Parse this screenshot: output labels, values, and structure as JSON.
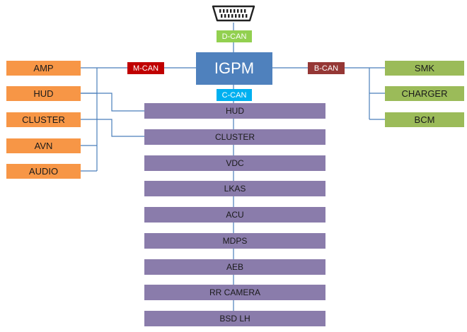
{
  "gateway": {
    "label": "IGPM"
  },
  "buses": {
    "d_can": {
      "label": "D-CAN",
      "color": "#92d050"
    },
    "m_can": {
      "label": "M-CAN",
      "color": "#c00000"
    },
    "b_can": {
      "label": "B-CAN",
      "color": "#953735"
    },
    "c_can": {
      "label": "C-CAN",
      "color": "#00b0f0"
    }
  },
  "m_can_modules": [
    "AMP",
    "HUD",
    "CLUSTER",
    "AVN",
    "AUDIO"
  ],
  "b_can_modules": [
    "SMK",
    "CHARGER",
    "BCM"
  ],
  "c_can_modules": [
    "HUD",
    "CLUSTER",
    "VDC",
    "LKAS",
    "ACU",
    "MDPS",
    "AEB",
    "RR CAMERA",
    "BSD LH"
  ],
  "icons": {
    "connector": "obd-connector-icon"
  },
  "colors": {
    "wire": "#4a7eba",
    "gateway": "#4f81bd",
    "m_can_module": "#f79646",
    "b_can_module": "#9bbb59",
    "c_can_module": "#8a7cab"
  }
}
